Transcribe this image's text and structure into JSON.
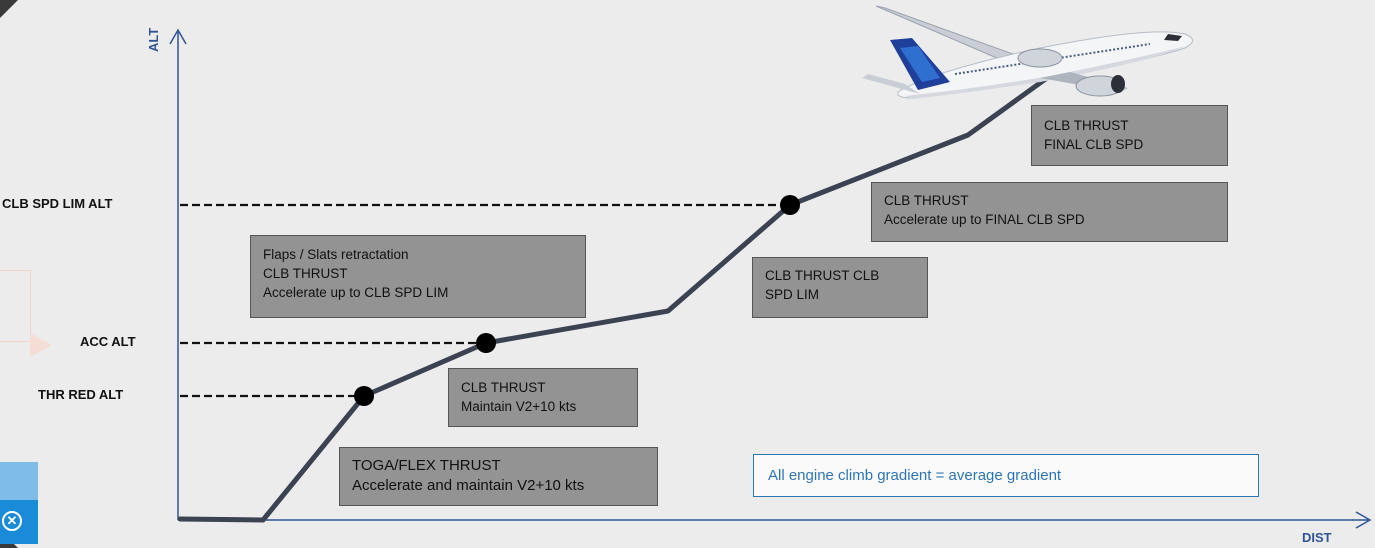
{
  "axes": {
    "y_label": "ALT",
    "x_label": "DIST"
  },
  "levels": [
    {
      "id": "clb-spd-lim-alt",
      "label": "CLB SPD LIM ALT"
    },
    {
      "id": "acc-alt",
      "label": "ACC ALT"
    },
    {
      "id": "thr-red-alt",
      "label": "THR RED ALT"
    }
  ],
  "phases": [
    {
      "id": "toga",
      "lines": [
        "TOGA/FLEX THRUST",
        "Accelerate and maintain V2+10 kts"
      ]
    },
    {
      "id": "clb-maintain",
      "lines": [
        "CLB THRUST",
        "Maintain V2+10 kts"
      ]
    },
    {
      "id": "flaps",
      "lines": [
        "Flaps / Slats retractation",
        "CLB THRUST",
        "Accelerate up to CLB SPD LIM"
      ]
    },
    {
      "id": "clb-spd-lim",
      "lines": [
        "CLB THRUST CLB",
        "SPD LIM"
      ]
    },
    {
      "id": "accel-final",
      "lines": [
        "CLB THRUST",
        "Accelerate up to FINAL CLB SPD"
      ]
    },
    {
      "id": "final",
      "lines": [
        "CLB THRUST",
        "FINAL CLB SPD"
      ]
    }
  ],
  "note": "All engine climb gradient = average gradient",
  "colors": {
    "axis": "#2f5597",
    "path": "#3b4252",
    "phase_box": "#939393",
    "note_border": "#2e75b6",
    "note_text": "#2e75b6"
  },
  "icons": {
    "aircraft": "aircraft-icon",
    "close": "close-icon"
  }
}
